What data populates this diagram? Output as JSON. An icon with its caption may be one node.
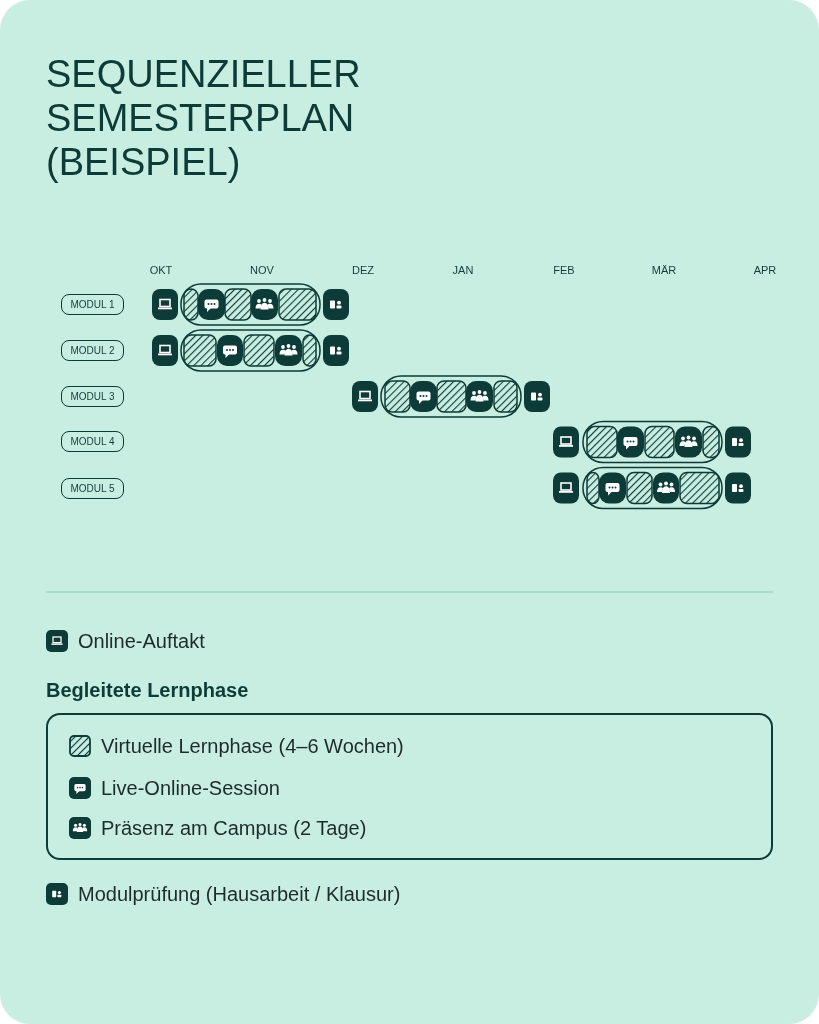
{
  "diagram": {
    "title": "SEQUENZIELLER SEMESTERPLAN (BEISPIEL)",
    "nodes": [
      {
        "text": [
          "MODUL 1"
        ]
      },
      {
        "text": [
          "MODUL 2"
        ]
      },
      {
        "text": [
          "MODUL 3"
        ]
      },
      {
        "text": [
          "MODUL 4"
        ]
      },
      {
        "text": [
          "MODUL 5"
        ]
      },
      {
        "text": [
          "Begleitete Lernphase"
        ]
      }
    ],
    "labels": [
      "OKT",
      "NOV",
      "DEZ",
      "JAN",
      "FEB",
      "MÄR",
      "APR"
    ],
    "legend": [
      {
        "text": "Online-Auftakt"
      },
      {
        "text": "Virtuelle Lernphase (4–6 Wochen)"
      },
      {
        "text": "Live-Online-Session"
      },
      {
        "text": "Präsenz am Campus (2 Tage)"
      },
      {
        "text": "Modulprüfung (Hausarbeit / Klausur)"
      }
    ]
  }
}
